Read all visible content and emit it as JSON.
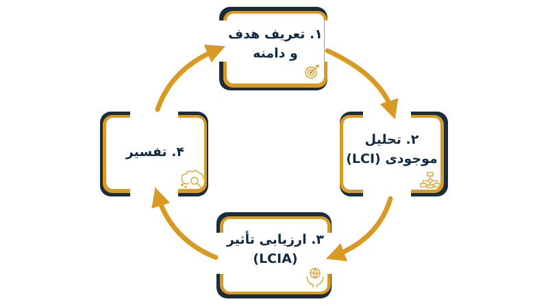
{
  "colors": {
    "accent": "#d99a23",
    "frame": "#1b2c3d",
    "text": "#0f2a45"
  },
  "steps": [
    {
      "line1": "۱. تعریف هدف",
      "line2": "و دامنه",
      "icon": "target-icon"
    },
    {
      "line1": "۲. تحلیل",
      "line2": "موجودی (LCI)",
      "icon": "flowchart-icon"
    },
    {
      "line1": "۳. ارزیابی تأثیر",
      "line2": "(LCIA)",
      "icon": "globe-hands-icon"
    },
    {
      "line1": "۴. تفسیر",
      "line2": "",
      "icon": "brain-search-icon"
    }
  ]
}
